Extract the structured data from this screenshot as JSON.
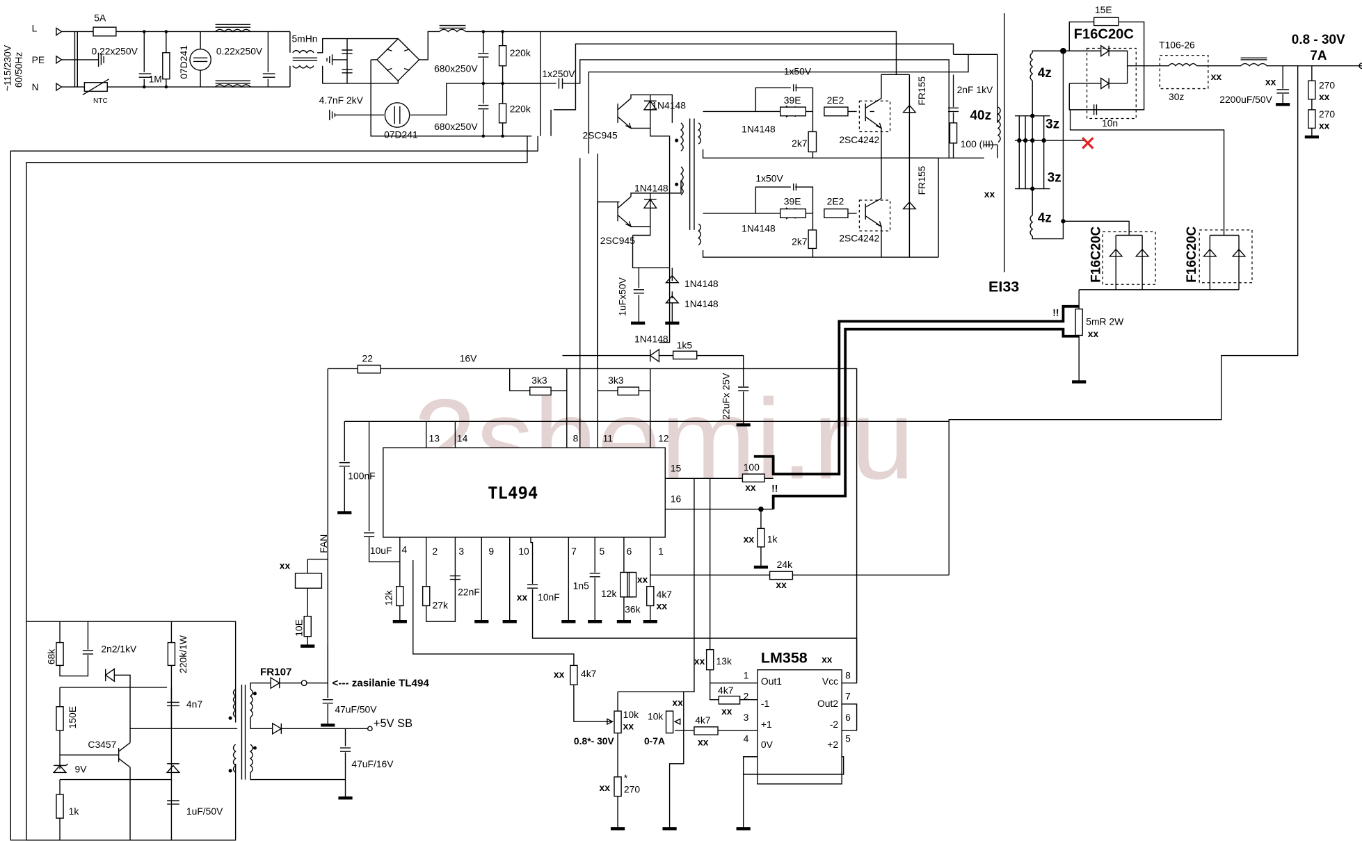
{
  "watermark": "2shemi.ru",
  "colors": {
    "watermark": "#e4d3d3",
    "cross_mark": "#e02020",
    "wire": "#000000"
  },
  "mains": {
    "voltage": "~115/230V",
    "frequency": "60/50Hz",
    "terminals": [
      "L",
      "PE",
      "N"
    ],
    "fuse": "5A",
    "ntc": "NTC",
    "cap1": "0.22x250V",
    "resistor": "1M",
    "varistor1": "07D241",
    "cap2": "0.22x250V",
    "choke": "5mHn",
    "y_cap": "4.7nF 2kV",
    "varistor2": "07D241",
    "bulk_cap_top": "680x250V",
    "bulk_cap_bottom": "680x250V",
    "bleed_top": "220k",
    "bleed_bottom": "220k",
    "coupling_cap": "1x250V"
  },
  "driver": {
    "q1": "2SC945",
    "q2": "2SC945",
    "d1": "1N4148",
    "d2": "1N4148",
    "top": {
      "cap": "1x50V",
      "diode": "1N4148",
      "r_series": "39E",
      "r_base": "2E2",
      "r_pull": "2k7",
      "transistor": "2SC4242"
    },
    "bottom": {
      "cap": "1x50V",
      "diode": "1N4148",
      "r_series": "39E",
      "r_base": "2E2",
      "r_pull": "2k7",
      "transistor": "2SC4242"
    },
    "fr_top": "FR155",
    "fr_bottom": "FR155",
    "snubber_cap": "2nF 1kV",
    "snubber_res": "100 (III)",
    "aux_cap": "1uFx50V",
    "aux_d1": "1N4148",
    "aux_d2": "1N4148",
    "feed_diode": "1N4148",
    "feed_res": "1k5",
    "supply_cap": "22uFx 25V"
  },
  "transformer": {
    "core": "EI33",
    "primary": "40z",
    "sec_top": "4z",
    "sec_mid1": "3z",
    "sec_mid2": "3z",
    "sec_bot": "4z",
    "marker": "xx"
  },
  "output": {
    "rect_top": "F16C20C",
    "snub_res": "15E",
    "snub_cap": "10n",
    "choke_core": "T106-26",
    "choke_turns": "30z",
    "rect_a": "F16C20C",
    "rect_b": "F16C20C",
    "out_cap": "2200uF/50V",
    "voltage": "0.8 - 30V",
    "current": "7A",
    "r_load1": "270",
    "r_load2": "270",
    "shunt": "5mR 2W",
    "warn": "!!",
    "xx": "xx"
  },
  "tl494": {
    "name": "TL494",
    "top_pins": [
      "13",
      "14",
      "8",
      "11",
      "12"
    ],
    "right_pins": [
      "15",
      "16"
    ],
    "bottom_pins": [
      "4",
      "2",
      "3",
      "9",
      "10",
      "7",
      "5",
      "6",
      "1"
    ],
    "r_supply": "22",
    "rail": "16V",
    "r_c1": "3k3",
    "r_c2": "3k3",
    "c_decouple": "100nF",
    "c_soft": "10uF",
    "r4": "12k",
    "r2": "27k",
    "c3": "22nF",
    "c10": "10nF",
    "ct": "1n5",
    "rt1": "12k",
    "rt2": "36k",
    "r1": "4k7",
    "r15": "100",
    "r16": "1k",
    "r_fb": "24k"
  },
  "fan": {
    "label": "FAN",
    "resistor": "10E"
  },
  "lm358": {
    "name": "LM358",
    "pins_left": [
      {
        "num": "1",
        "name": "Out1"
      },
      {
        "num": "2",
        "name": "-1"
      },
      {
        "num": "3",
        "name": "+1"
      },
      {
        "num": "4",
        "name": "0V"
      }
    ],
    "pins_right": [
      {
        "num": "8",
        "name": "Vcc"
      },
      {
        "num": "7",
        "name": "Out2"
      },
      {
        "num": "6",
        "name": "-2"
      },
      {
        "num": "5",
        "name": "+2"
      }
    ],
    "r_top": "13k",
    "r_fb": "4k7",
    "r_in": "4k7",
    "r_vset": "4k7",
    "pot_v": "10k",
    "pot_i": "10k",
    "pot_v_label": "0.8*- 30V",
    "pot_i_label": "0-7A",
    "r_bottom": "270",
    "star": "*"
  },
  "standby": {
    "r1": "68k",
    "c1": "2n2/1kV",
    "r2": "220k/1W",
    "r3": "150E",
    "transistor": "C3457",
    "c2": "4n7",
    "zener": "9V",
    "r4": "1k",
    "c3": "1uF/50V",
    "diode": "FR107",
    "supply_note": "<--- zasilanie TL494",
    "cap_a": "47uF/50V",
    "out_label": "+5V SB",
    "cap_b": "47uF/16V"
  }
}
